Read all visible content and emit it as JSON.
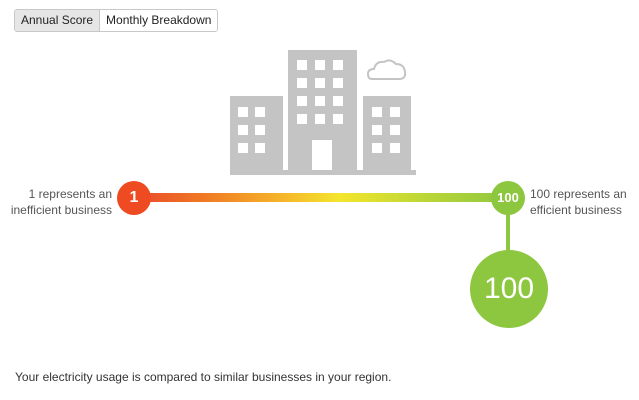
{
  "tabs": [
    {
      "label": "Annual Score",
      "active": true
    },
    {
      "label": "Monthly Breakdown",
      "active": false
    }
  ],
  "illustration": {
    "icon": "office-buildings-icon",
    "cloud_icon": "cloud-icon",
    "color": "#c4c4c4"
  },
  "scale": {
    "min_label": "1 represents an inefficient business",
    "max_label": "100 represents an efficient business",
    "min_value": "1",
    "max_value": "100",
    "colors": {
      "low": "#ee4b22",
      "mid": "#f4e52c",
      "high": "#8dc63f"
    }
  },
  "score": {
    "value": "100",
    "fraction": 1.0
  },
  "footer": {
    "note": "Your electricity usage is compared to similar businesses in your region."
  }
}
